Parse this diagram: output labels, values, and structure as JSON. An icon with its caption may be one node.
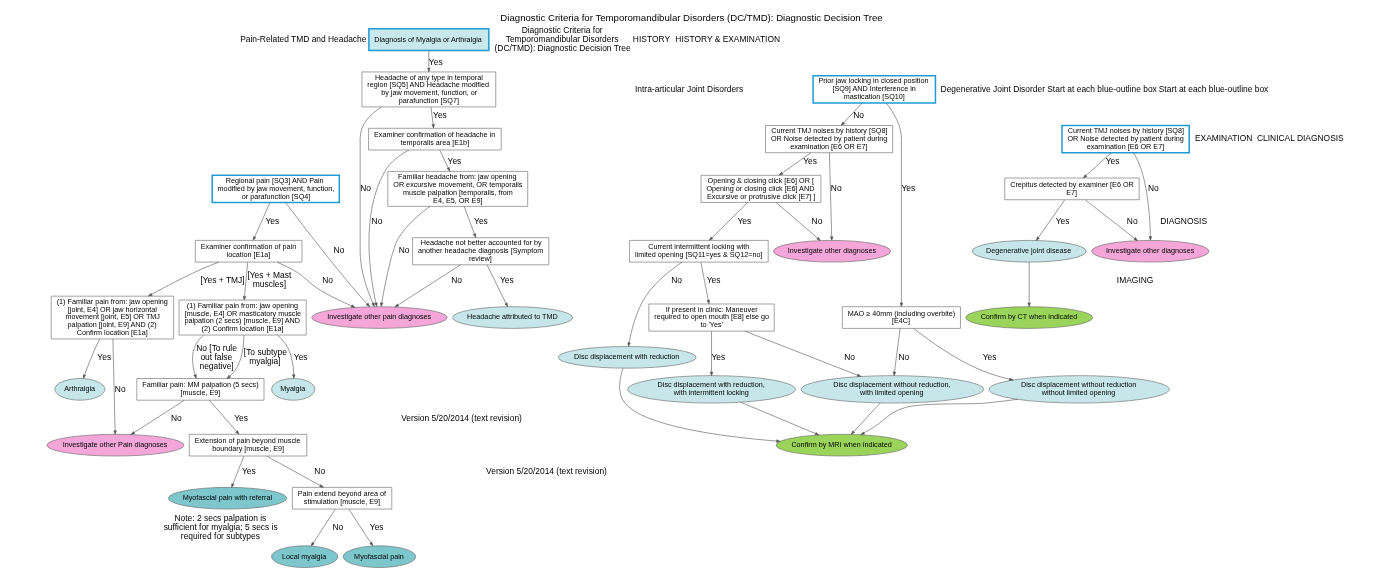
{
  "diagram": {
    "title": "Diagnostic Criteria for Temporomandibular Disorders (DC/TMD): Diagnostic Decision Tree",
    "nodes": [
      {
        "text": [
          "Regional pain [SQ3] AND Pain modified by jaw movement, function, or parafunction [SQ4]"
        ]
      },
      {
        "text": [
          "Examiner confirmation of pain location [E1a]"
        ]
      },
      {
        "text": [
          "(1) Familiar pain from: jaw opening [muscle, E4] OR masticatory muscle palpation (2 secs) [muscle, E9] AND (2) Confirm location [E1a]"
        ]
      },
      {
        "text": [
          "Investigate other Pain diagnoses"
        ]
      },
      {
        "text": [
          "(1) Familiar pain from: jaw opening [joint, E4] OR jaw horizontal movement [joint, E5] OR TMJ palpation [joint, E9] AND (2) Confirm location [E1a]"
        ]
      },
      {
        "text": [
          "Familiar pain: MM palpation (5 secs) [muscle, E9]"
        ]
      },
      {
        "text": [
          "Extension of pain beyond muscle boundary [muscle, E9]"
        ]
      },
      {
        "text": [
          "Pain extend beyond area of stimulation [muscle, E9]"
        ]
      },
      {
        "text": [
          "Myalgia"
        ]
      },
      {
        "text": [
          "Myofascial pain"
        ]
      },
      {
        "text": [
          "Local myalgia"
        ]
      },
      {
        "text": [
          "Myofascial pain with referral"
        ]
      },
      {
        "text": [
          "Arthralgia"
        ]
      },
      {
        "text": [
          "Diagnosis of Myalgia or Arthralgia"
        ]
      },
      {
        "text": [
          "Headache of any type in temporal region [SQ5] AND Headache modified by jaw movement, function, or parafunction [SQ7]"
        ]
      },
      {
        "text": [
          "Investigate other pain diagnoses"
        ]
      },
      {
        "text": [
          "Examiner confirmation of headache in temporalis area [E1b]"
        ]
      },
      {
        "text": [
          "Familiar headache from: jaw opening OR excursive movement, OR temporalis muscle palpation [temporalis, from E4, E5, OR E9]"
        ]
      },
      {
        "text": [
          "Headache not better accounted for by another headache diagnosis [Symptom review]"
        ]
      },
      {
        "text": [
          "Headache attributed to TMD"
        ]
      },
      {
        "text": [
          "Current TMJ noises by history [SQ8] OR Noise detected by patient during examination [E6 OR E7]"
        ]
      },
      {
        "text": [
          "Prior jaw locking in closed position [SQ9] AND Interference in mastication [SQ10]"
        ]
      },
      {
        "text": [
          "Opening & closing click [E6] OR [ Opening or closing click [E6] AND Excursive or protrusive click [E7] ]"
        ]
      },
      {
        "text": [
          "Investigate other diagnoses"
        ]
      },
      {
        "text": [
          "Current intermittent locking with limited opening [SQ11=yes & SQ12=no]"
        ]
      },
      {
        "text": [
          "MAO ≥ 40mm (including overbite) [E4C]"
        ]
      },
      {
        "text": [
          "If present in clinic: Maneuver required to open mouth [E8] else go to 'Yes'"
        ]
      },
      {
        "text": [
          "Disc displacement with reduction"
        ]
      },
      {
        "text": [
          "Disc displacement without reduction, with limited opening"
        ]
      },
      {
        "text": [
          "Disc displacement with reduction, with intermittent locking"
        ]
      },
      {
        "text": [
          "Disc displacement without reduction without limited opening"
        ]
      },
      {
        "text": [
          "Confirm by MRI when indicated"
        ]
      },
      {
        "text": [
          "Current TMJ noises by history [SQ8] OR Noise detected by patient during examination [E6 OR E7]"
        ]
      },
      {
        "text": [
          "Crepitus detected by examiner [E6 OR E7]"
        ]
      },
      {
        "text": [
          "Investigate other diagnoses"
        ]
      },
      {
        "text": [
          "Degenerative joint disease"
        ]
      },
      {
        "text": [
          "Confirm by CT when indicated"
        ]
      }
    ],
    "edges": [
      {
        "from": 0,
        "to": 1,
        "arrow": "to",
        "label": "Yes"
      },
      {
        "from": 0,
        "to": 15,
        "arrow": "to",
        "label": "No"
      },
      {
        "from": 1,
        "to": 15,
        "arrow": "to",
        "label": "No"
      },
      {
        "from": 1,
        "to": 2,
        "arrow": "to",
        "label": "[Yes + Mast muscles]"
      },
      {
        "from": 1,
        "to": 4,
        "arrow": "to",
        "label": "[Yes + TMJ]"
      },
      {
        "from": 2,
        "to": 5,
        "arrow": "to",
        "label": "No [To rule out false negative]"
      },
      {
        "from": 2,
        "to": 8,
        "arrow": "to",
        "label": "Yes"
      },
      {
        "from": 2,
        "to": 5,
        "arrow": "to",
        "label": "[To subtype myalgia]"
      },
      {
        "from": 5,
        "to": 3,
        "arrow": "to",
        "label": "No"
      },
      {
        "from": 4,
        "to": 3,
        "arrow": "to",
        "label": "No"
      },
      {
        "from": 5,
        "to": 6,
        "arrow": "to",
        "label": "Yes"
      },
      {
        "from": 6,
        "to": 7,
        "arrow": "to",
        "label": "No"
      },
      {
        "from": 6,
        "to": 11,
        "arrow": "to",
        "label": "Yes"
      },
      {
        "from": 7,
        "to": 10,
        "arrow": "to",
        "label": "No"
      },
      {
        "from": 7,
        "to": 9,
        "arrow": "to",
        "label": "Yes"
      },
      {
        "from": 4,
        "to": 12,
        "arrow": "to",
        "label": "Yes"
      },
      {
        "from": 13,
        "to": 14,
        "arrow": "to",
        "label": "Yes"
      },
      {
        "from": 14,
        "to": 15,
        "arrow": "to",
        "label": "No"
      },
      {
        "from": 14,
        "to": 16,
        "arrow": "to",
        "label": "Yes"
      },
      {
        "from": 16,
        "to": 15,
        "arrow": "to",
        "label": "No"
      },
      {
        "from": 16,
        "to": 17,
        "arrow": "to",
        "label": "Yes"
      },
      {
        "from": 17,
        "to": 15,
        "arrow": "to",
        "label": "No"
      },
      {
        "from": 17,
        "to": 18,
        "arrow": "to",
        "label": "Yes"
      },
      {
        "from": 18,
        "to": 15,
        "arrow": "to",
        "label": "No"
      },
      {
        "from": 18,
        "to": 19,
        "arrow": "to",
        "label": "Yes"
      },
      {
        "from": 21,
        "to": 20,
        "arrow": "to",
        "label": "No"
      },
      {
        "from": 21,
        "to": 25,
        "arrow": "to",
        "label": "Yes"
      },
      {
        "from": 20,
        "to": 23,
        "arrow": "to",
        "label": "No"
      },
      {
        "from": 20,
        "to": 22,
        "arrow": "to",
        "label": "Yes"
      },
      {
        "from": 22,
        "to": 23,
        "arrow": "to",
        "label": "No"
      },
      {
        "from": 22,
        "to": 24,
        "arrow": "to",
        "label": "Yes"
      },
      {
        "from": 24,
        "to": 27,
        "arrow": "to",
        "label": "No"
      },
      {
        "from": 24,
        "to": 26,
        "arrow": "to",
        "label": "Yes"
      },
      {
        "from": 26,
        "to": 28,
        "arrow": "to",
        "label": "No"
      },
      {
        "from": 26,
        "to": 29,
        "arrow": "to",
        "label": "Yes"
      },
      {
        "from": 25,
        "to": 28,
        "arrow": "to",
        "label": "No"
      },
      {
        "from": 25,
        "to": 30,
        "arrow": "to",
        "label": "Yes"
      },
      {
        "from": 27,
        "to": 31,
        "arrow": "to"
      },
      {
        "from": 29,
        "to": 31,
        "arrow": "to"
      },
      {
        "from": 28,
        "to": 31,
        "arrow": "to"
      },
      {
        "from": 30,
        "to": 31,
        "arrow": "to"
      },
      {
        "from": 32,
        "to": 34,
        "arrow": "to",
        "label": "No"
      },
      {
        "from": 32,
        "to": 33,
        "arrow": "to",
        "label": "Yes"
      },
      {
        "from": 33,
        "to": 34,
        "arrow": "to",
        "label": "No"
      },
      {
        "from": 33,
        "to": 35,
        "arrow": "to",
        "label": "Yes"
      },
      {
        "from": 35,
        "to": 36,
        "arrow": "to"
      }
    ],
    "labels": [
      "Pain-Related TMD and Headache",
      "HISTORY",
      "Start at each blue-outline box",
      "EXAMINATION",
      "DIAGNOSIS",
      "Note: 2 secs palpation is sufficient for myalgia; 5 secs is required for subtypes",
      "Version 5/20/2014 (text revision)",
      "Diagnostic Criteria for Temporomandibular Disorders (DC/TMD): Diagnostic Decision Tree",
      "Intra-articular Joint Disorders",
      "Degenerative Joint Disorder",
      "HISTORY & EXAMINATION",
      "Start at each blue-outline box",
      "CLINICAL DIAGNOSIS",
      "IMAGING",
      "Version 5/20/2014 (text revision)"
    ]
  }
}
